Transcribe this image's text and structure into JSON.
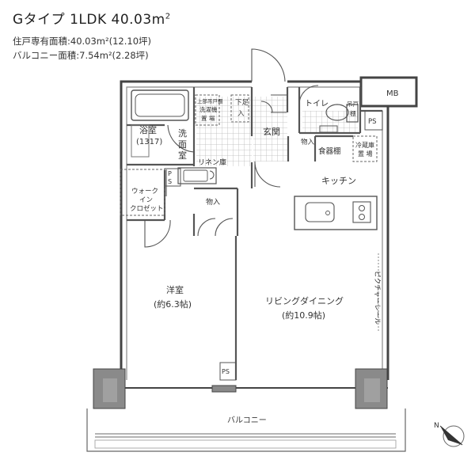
{
  "header": {
    "title_main": "Gタイプ 1LDK 40.03m",
    "title_sup": "2",
    "area_private": "住戸専有面積:40.03m²(12.10坪)",
    "area_balcony": "バルコニー面積:7.54m²(2.28坪)"
  },
  "rooms": {
    "bath": "浴室",
    "bath_size": "(1317)",
    "wash": [
      "洗",
      "面",
      "室"
    ],
    "linen": "リネン庫",
    "closet": [
      "ウォーク",
      "イン",
      "クロゼット"
    ],
    "storage_small": "物入",
    "storage_entry": "物入",
    "western": "洋室",
    "western_size": "(約6.3帖)",
    "ldk": "リビングダイニング",
    "ldk_size": "(約10.9帖)",
    "kitchen": "キッチン",
    "entrance": "玄関",
    "toilet": "トイレ",
    "cupboard": "食器棚",
    "fridge": [
      "冷蔵庫",
      "置 場"
    ],
    "shoe": [
      "下足",
      "入"
    ],
    "laundry": [
      "上部吊戸棚",
      "洗濯機",
      "置 場"
    ],
    "counter": [
      "吊戸",
      "棚"
    ],
    "balcony": "バルコニー",
    "picture_rail": "ピクチャーレール"
  },
  "markers": {
    "mb": "MB",
    "ps_top": "PS",
    "ps_left": [
      "P",
      "S"
    ],
    "ps_bottom": "PS"
  },
  "colors": {
    "wall": "#444444",
    "wall_fill": "#8a8a8a",
    "column": "#7f7f7f",
    "tile": "#b9b9b9"
  }
}
